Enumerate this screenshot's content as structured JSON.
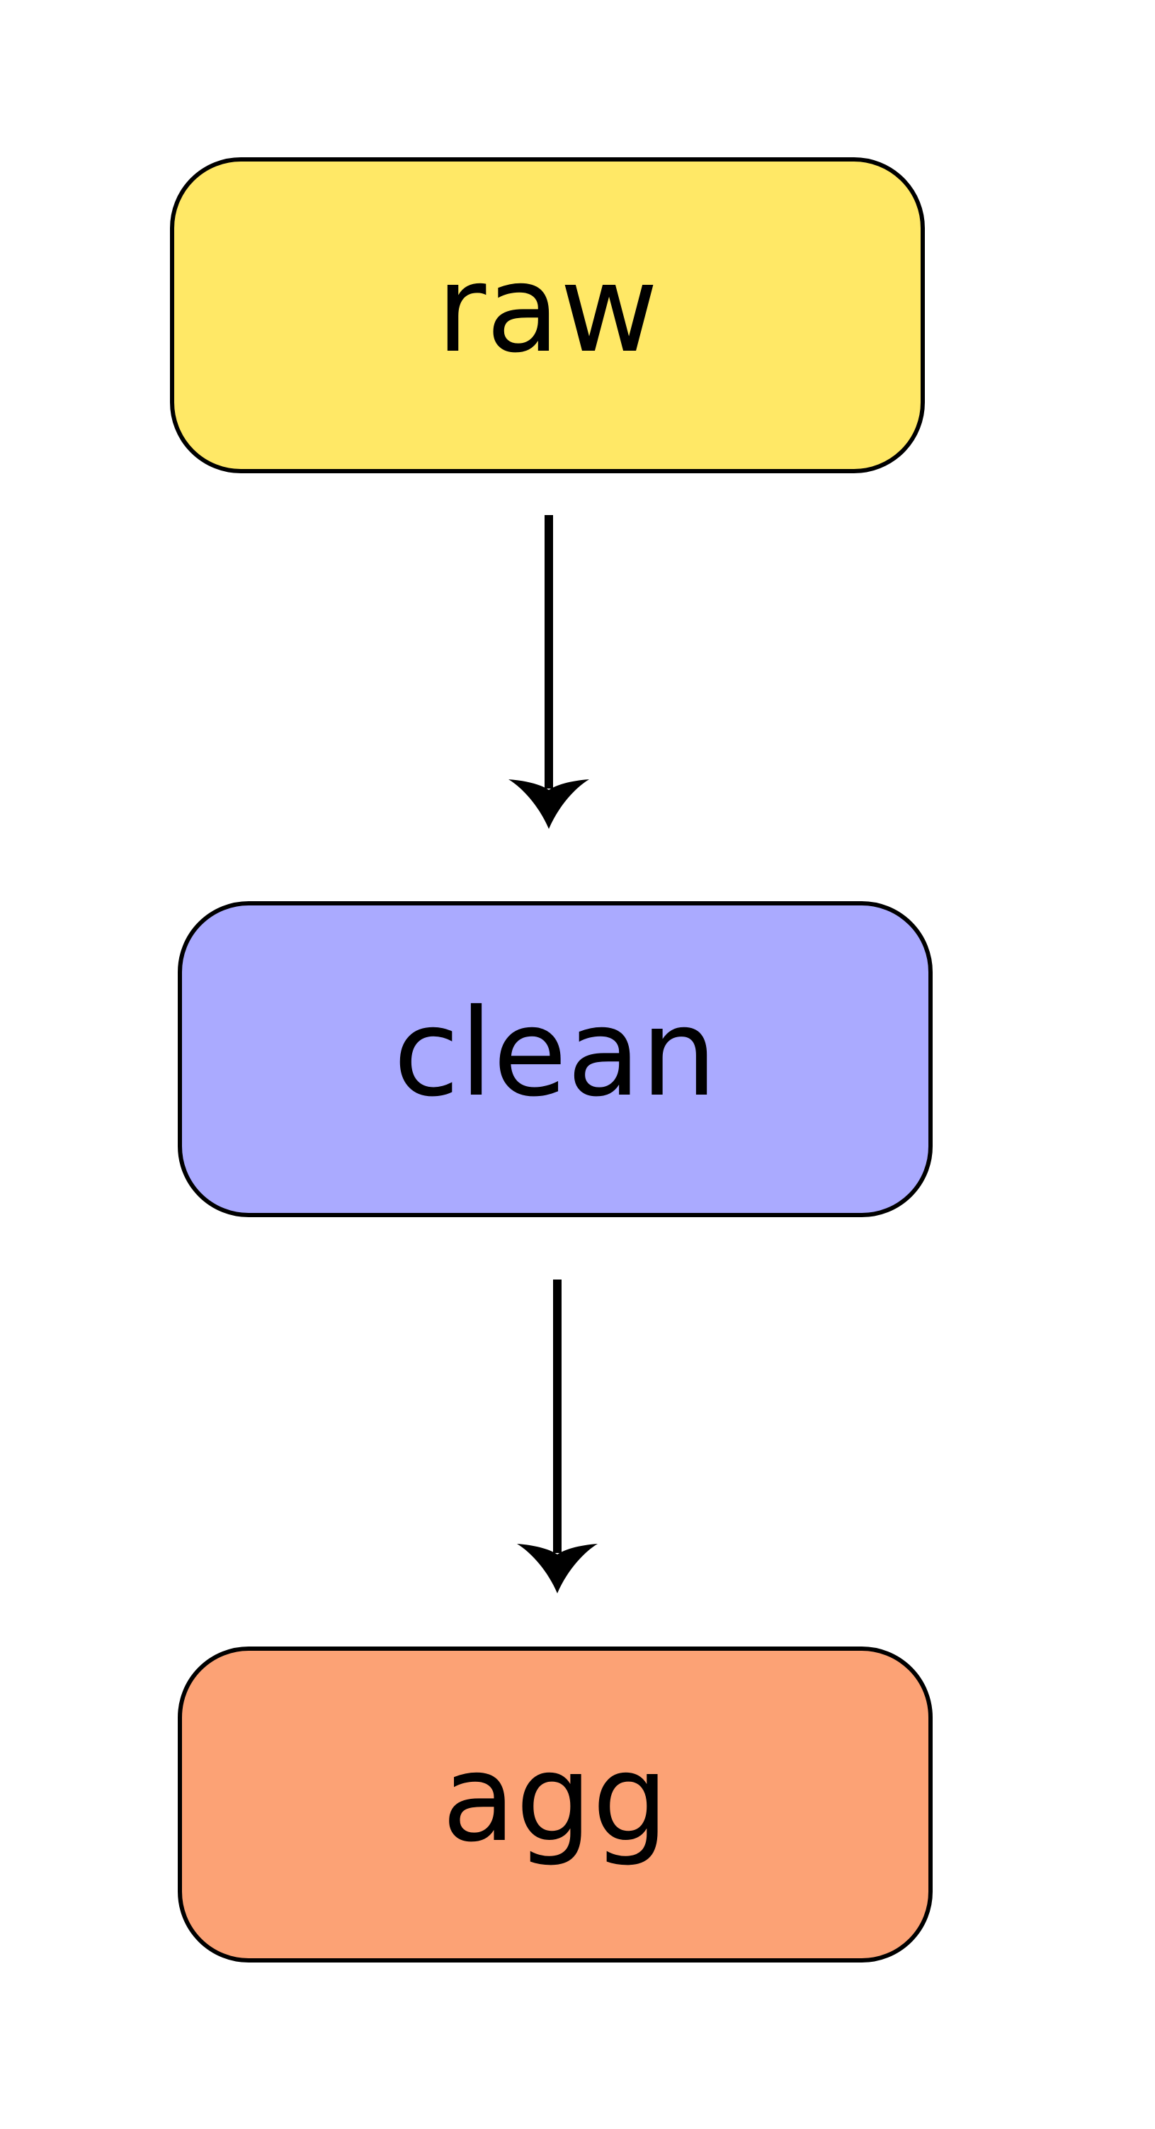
{
  "diagram": {
    "nodes": [
      {
        "id": "raw",
        "label": "raw",
        "color": "#ffe866"
      },
      {
        "id": "clean",
        "label": "clean",
        "color": "#aaaaff"
      },
      {
        "id": "agg",
        "label": "agg",
        "color": "#fca275"
      }
    ],
    "edges": [
      {
        "from": "raw",
        "to": "clean"
      },
      {
        "from": "clean",
        "to": "agg"
      }
    ]
  }
}
